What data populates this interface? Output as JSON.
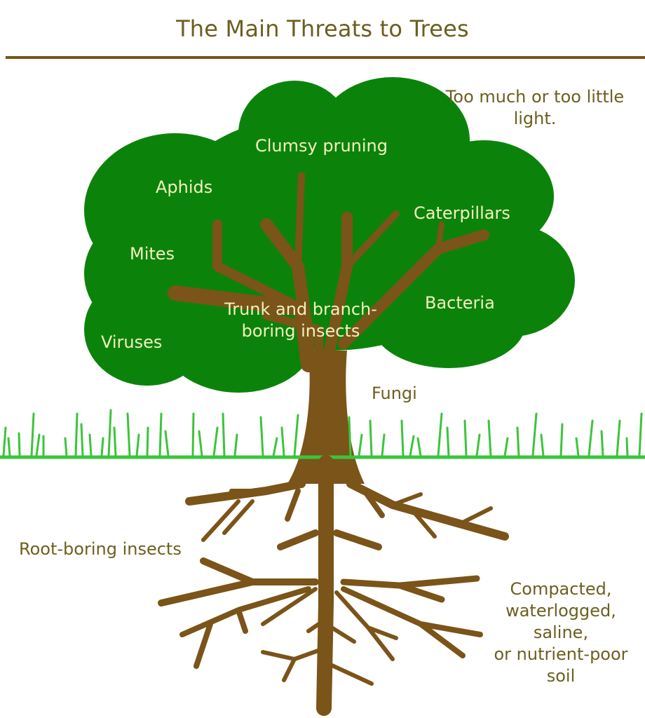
{
  "title": "The Main Threats to Trees",
  "colors": {
    "canopy": "#0b830b",
    "trunk": "#7a5418",
    "grass": "#3cc43c",
    "title_text": "#6b5f1f",
    "inner_label_text": "#f3f0c0",
    "rule": "#7a5418"
  },
  "canopy_labels": {
    "clumsy_pruning": "Clumsy pruning",
    "aphids": "Aphids",
    "caterpillars": "Caterpillars",
    "mites": "Mites",
    "bacteria": "Bacteria",
    "trunk_boring_line1": "Trunk and branch-",
    "trunk_boring_line2": "boring insects",
    "viruses": "Viruses"
  },
  "outside_labels": {
    "light_line1": "Too much or too little",
    "light_line2": "light.",
    "fungi": "Fungi",
    "root_boring": "Root-boring insects",
    "soil_line1": "Compacted,",
    "soil_line2": "waterlogged,",
    "soil_line3": "saline,",
    "soil_line4": "or nutrient-poor",
    "soil_line5": "soil"
  }
}
